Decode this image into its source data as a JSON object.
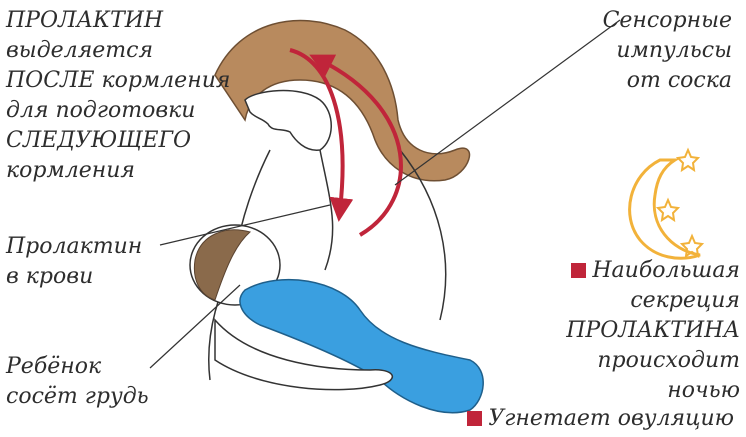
{
  "labels": {
    "prolactin_after": [
      "ПРОЛАКТИН",
      "выделяется",
      "ПОСЛЕ кормления",
      "для подготовки",
      "СЛЕДУЮЩЕГО",
      "кормления"
    ],
    "sensory": [
      "Сенсорные",
      "импульсы",
      "от соска"
    ],
    "blood": [
      "Пролактин",
      "в крови"
    ],
    "baby": [
      "Ребёнок",
      "сосёт грудь"
    ],
    "night": [
      "Наибольшая",
      "секреция",
      "ПРОЛАКТИНА",
      "происходит",
      "ночью"
    ],
    "ovulation": "Угнетает овуляцию"
  },
  "colors": {
    "arrow": "#c0253a",
    "bullet": "#c0253a",
    "moon": "#f2b23a",
    "hair": "#b88a5e",
    "baby_clothes": "#3a9fe0",
    "text": "#2d2d2d"
  },
  "icons": [
    "moon-stars-icon"
  ]
}
